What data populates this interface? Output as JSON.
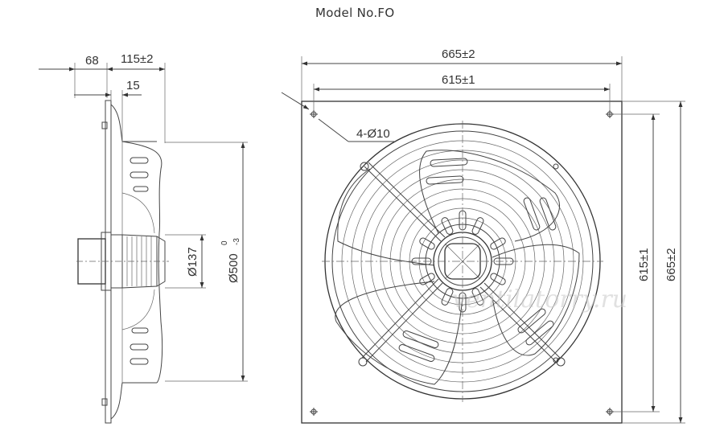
{
  "title": "Model No.FO",
  "dimensions": {
    "side_68": "68",
    "side_115": "115±2",
    "side_15": "15",
    "side_d137": "Ø137",
    "side_d500_main": "Ø500",
    "side_d500_upper": "0",
    "side_d500_lower": "-3",
    "front_665_top": "665±2",
    "front_615_top": "615±1",
    "front_holes": "4-Ø10",
    "front_615_right": "615±1",
    "front_665_right": "665±2"
  },
  "watermark": "ventilatorry.ru",
  "colors": {
    "line": "#444444",
    "text": "#333333",
    "watermark": "#c9c9c9"
  }
}
